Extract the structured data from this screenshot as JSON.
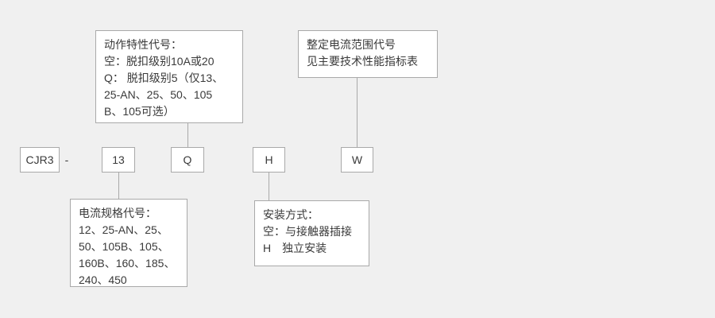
{
  "diagram": {
    "prefix": "CJR3",
    "separator": "-",
    "code_current_spec": "13",
    "code_action": "Q",
    "code_installation": "H",
    "code_current_range": "W"
  },
  "callouts": {
    "action_characteristic": {
      "lines": [
        "动作特性代号：",
        "空：脱扣级别10A或20",
        "Q： 脱扣级别5（仅13、",
        "25-AN、25、50、105",
        "B、105可选）"
      ]
    },
    "setting_current_range": {
      "lines": [
        "整定电流范围代号",
        "见主要技术性能指标表"
      ]
    },
    "current_spec": {
      "lines": [
        "电流规格代号：",
        "12、25-AN、25、",
        "50、105B、105、",
        "160B、160、185、",
        "240、450"
      ]
    },
    "installation": {
      "lines": [
        "安装方式：",
        "空：与接触器插接",
        "H　独立安装"
      ]
    }
  }
}
